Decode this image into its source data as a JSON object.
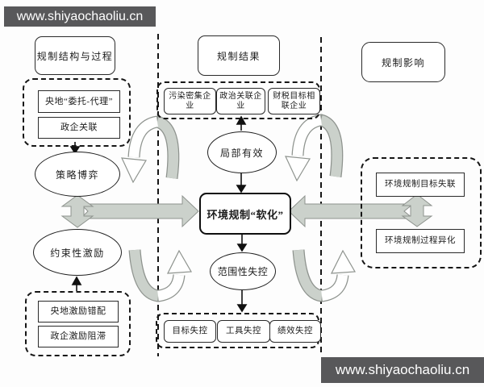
{
  "watermark": {
    "text": "www.shiyaochaoliu.cn",
    "bg": "#58585a",
    "fg": "#ffffff"
  },
  "colors": {
    "block_arrow_fill": "#cbd1cb",
    "block_arrow_stroke": "#8e938e",
    "line": "#1a1a1a",
    "box_border": "#222222",
    "background": "#fdfdfd"
  },
  "headers": {
    "structure": "规制结构与过程",
    "result": "规制结果",
    "impact": "规制影响"
  },
  "left": {
    "top_items": [
      "央地“委托-代理”",
      "政企关联"
    ],
    "ellipse_top": "策略博弈",
    "ellipse_bottom": "约束性激励",
    "bottom_items": [
      "央地激励错配",
      "政企激励阻滞"
    ]
  },
  "middle": {
    "top_items": [
      "污染密集企业",
      "政治关联企业",
      "财税目标相联企业"
    ],
    "ellipse_top": "局部有效",
    "center": "环境规制“软化”",
    "ellipse_bottom": "范围性失控",
    "bottom_items": [
      "目标失控",
      "工具失控",
      "绩效失控"
    ]
  },
  "right": {
    "items": [
      "环境规制目标失联",
      "环境规制过程异化"
    ]
  }
}
